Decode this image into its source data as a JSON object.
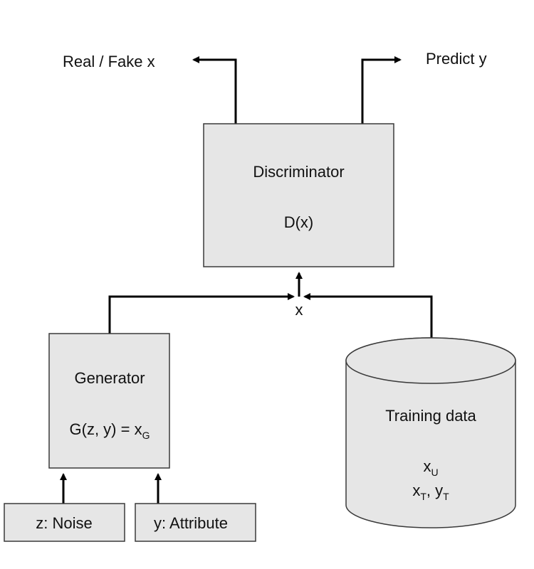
{
  "outputs": {
    "real_fake": "Real / Fake x",
    "predict": "Predict y"
  },
  "discriminator": {
    "title": "Discriminator",
    "formula": "D(x)"
  },
  "junction_label": "x",
  "generator": {
    "title": "Generator",
    "formula_main": "G(z, y) = x",
    "formula_sub": "G"
  },
  "training_data": {
    "title": "Training data",
    "line1_main": "x",
    "line1_sub": "U",
    "line2_a_main": "x",
    "line2_a_sub": "T",
    "line2_sep": ", ",
    "line2_b_main": "y",
    "line2_b_sub": "T"
  },
  "inputs": {
    "noise": "z: Noise",
    "attribute": "y: Attribute"
  },
  "colors": {
    "box_fill": "#e6e6e6",
    "box_stroke": "#3a3a3a",
    "wire": "#000000"
  }
}
